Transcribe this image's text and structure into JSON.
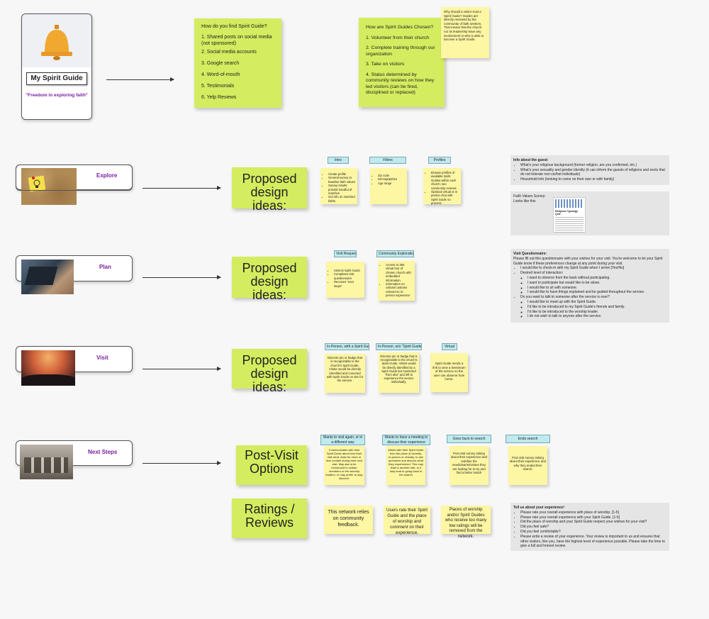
{
  "app": {
    "title": "My Spirit Guide",
    "tagline": "\"Freedom in exploring faith\""
  },
  "find_note": {
    "heading": "How do you find Spirit Guide?",
    "items": [
      "1. Shared posts on social media (not sponsored)",
      "2. Social media accounts",
      "3. Google search",
      "4. Word-of-mouth",
      "5. Testimonials",
      "6. Yelp Reviews"
    ]
  },
  "chosen_note": {
    "heading": "How are Spirit Guides Chosen?",
    "items": [
      "1. Volunteer from their church",
      "2. Complete  training through our organization",
      "3. Take on visitors",
      "4. Status determined by community reviews on how they led visitors (can be fired, disciplined or replaced)"
    ]
  },
  "trust_note": {
    "text": "Why should a visitor trust a Spirit Guide? Guides are directly reviewed by the community of faith seekers. That means that the church nor its leadership have any involvement in who is able to become a Spirit Guide."
  },
  "rows": {
    "explore": {
      "label": "Explore",
      "proposed": "Proposed design ideas:",
      "tags": [
        "Intro",
        "Filters",
        "Profiles"
      ],
      "notes": [
        [
          "Create profile",
          "General survey to baseline faith values",
          "Survey results provide handful of matches",
          "Get info on matched faiths"
        ],
        [
          "Zip code",
          "Demographics",
          "Age range"
        ],
        [
          "Browse profiles of available Spirit Guides within each church; see community reviews",
          "Optional virtual or in person chat with Spirit Guide on process"
        ]
      ]
    },
    "plan": {
      "label": "Plan",
      "proposed": "Proposed design ideas:",
      "tags": [
        "Visit Request",
        "Community Exploration"
      ],
      "notes": [
        [
          "Selects Spirit Guide",
          "Completes visit questionnaire",
          "Receives \"next steps\""
        ],
        [
          "Access to 360 virtual tour of chosen church with embedded information",
          "Information on cultural customs relevant to in-person experience"
        ]
      ]
    },
    "visit": {
      "label": "Visit",
      "proposed": "Proposed design ideas:",
      "tags": [
        "In-Person, with a Spirit Guide",
        "In-Person, w/o \"Spirit Guide\"",
        "Virtual"
      ],
      "notes": [
        "Discrete pin or badge that is recognizable to the church's Spirit Guide. Visitor would be directly identified and conected with Spirit Guide on site for the service.",
        "Discrete pin or badge that is recognizable to the church's Spirit Guide. Visitor would be directly identified by a Spirit Guide but monitored \"from afar\" and left to experience the service individually.",
        "Spirit Guide sends a link to view a livestream of the service so the user can observe from home."
      ]
    },
    "next": {
      "label": "Next Steps",
      "post_visit": "Post-Visit Options",
      "tags": [
        "Wants to visit again, or in a different way",
        "Wants to have a meeting to discuss their experience",
        "Goes back to search",
        "Ends search"
      ],
      "notes": [
        "Communicates with their Spirit Guide about how their visit went. Asks for more or less contact during their next visit. May ask to be introduced to certain members or the worship leaders, or may prefer to stay discreet.",
        "Meets with their Spirit Guide from the place of worship, in-person or virtually, to ask questions and discuss what they experienced. This may lead to another visit, or it may lead to going back to the search",
        "Post visit survey asking about their experience and redefine the needs/wants/values they are looking for to try and find a better match",
        "Post visit survey asking about their experience and why they ended their search."
      ]
    },
    "ratings": {
      "label": "Ratings / Reviews",
      "notes": [
        "This network relies on community feedback.",
        "Users rate their Spirit Guide and the place of worship and comment on their experience.",
        "Places of worship and/or Spirit Guides who receive too many low ratings will be removed from the network."
      ]
    }
  },
  "guest_info": {
    "heading": "Info about the guest:",
    "items": [
      "What's your religious background (former religion, are you confirmed, etc.)",
      "What's your sexuality and gender identity (it can inform the guests of religions and sects that do not tolerate non-cis/het individuals)",
      "Household info (looking to come on their own or with family)"
    ]
  },
  "faith_survey": {
    "heading": "Faith Values Survey:",
    "sub": "Looks like this",
    "thumb_title": "Religious Typology Quiz"
  },
  "questionnaire": {
    "heading": "Visit Questionnaire:",
    "intro": "Please fill out this questionnaire with your wishes for your visit. You're welcome to let your Spirit Guide know if these preferences change at any point during your visit.",
    "q1": "I would like to check-in with my Spirit Guide when I arrive [Yes/No]",
    "q2": "Desired level of interaction:",
    "q2_options": [
      "I want to observe from the back without participating.",
      "I want to participate but would like to be alone.",
      "I would like to sit with someone.",
      "I would like to have things explained and be guided throughout the service."
    ],
    "q3": "Do you want to talk to someone after the service is over?",
    "q3_options": [
      "I would like to meet up with the Spirit Guide.",
      "I'd like to be introduced to my Spirit Guide's friends and family.",
      "I'd like to be introduced to the worship leader.",
      "I do not wish to talk to anyone after the service."
    ]
  },
  "review": {
    "heading": "Tell us about your experience!",
    "items": [
      "Please rate your overall experience with place of worship. [1-5]",
      "Please rate your overall experience with your Spirit Guide. [1-5]",
      "Did the place of worship and your Spirit Guide respect your wishes for your visit?",
      "Did you feel safe?",
      "Did you feel comfortable?",
      "Please write a review of your experience. Your review is important to us and ensures that other visitors, like you, have the highest level of experience possible. Please take the time to give a full and honest review."
    ]
  },
  "icons": [
    "bell-icon",
    "lightbulb-icon"
  ],
  "colors": {
    "sticky_green": "#d4ec5f",
    "sticky_yellow": "#fdf6a3",
    "tag_blue": "#bfeaf0",
    "label_purple": "#7a1fa0"
  }
}
